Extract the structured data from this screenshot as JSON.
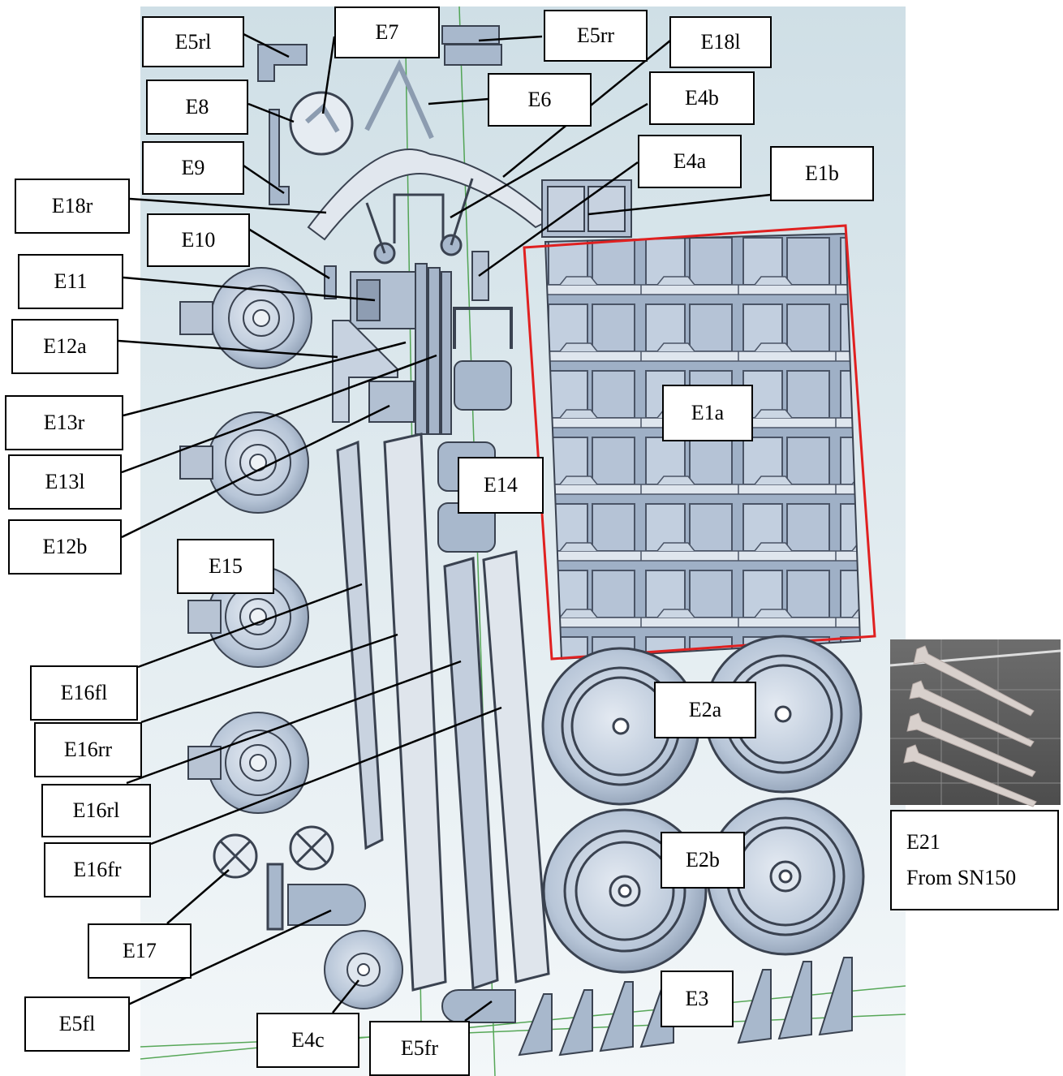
{
  "labels": {
    "E5rl": "E5rl",
    "E7": "E7",
    "E5rr": "E5rr",
    "E18l": "E18l",
    "E8": "E8",
    "E6": "E6",
    "E4b": "E4b",
    "E9": "E9",
    "E4a": "E4a",
    "E1b": "E1b",
    "E18r": "E18r",
    "E10": "E10",
    "E11": "E11",
    "E12a": "E12a",
    "E13r": "E13r",
    "E1a": "E1a",
    "E13l": "E13l",
    "E14": "E14",
    "E12b": "E12b",
    "E15": "E15",
    "E16fl": "E16fl",
    "E2a": "E2a",
    "E16rr": "E16rr",
    "E16rl": "E16rl",
    "E2b": "E2b",
    "E16fr": "E16fr",
    "E17": "E17",
    "E3": "E3",
    "E5fl": "E5fl",
    "E4c": "E4c",
    "E5fr": "E5fr"
  },
  "inset": {
    "title": "E21",
    "subtitle": "From SN150"
  },
  "colors": {
    "background_top": "#ccdde5",
    "background_bottom": "#f2f6f8",
    "part": "#a8b8cc",
    "part_dark": "#3a4250",
    "part_light": "#dce3ec",
    "highlight_box": "#e02020",
    "guide_line": "#3c9a3c",
    "inset_bg": "#5a5a5a"
  }
}
